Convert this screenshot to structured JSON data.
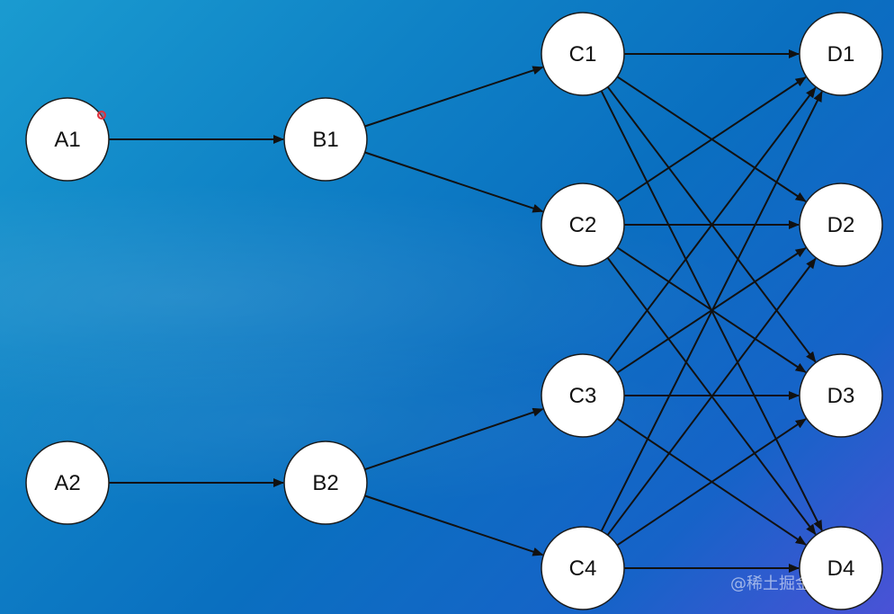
{
  "diagram": {
    "nodes": [
      {
        "id": "A1",
        "label": "A1"
      },
      {
        "id": "A2",
        "label": "A2"
      },
      {
        "id": "B1",
        "label": "B1"
      },
      {
        "id": "B2",
        "label": "B2"
      },
      {
        "id": "C1",
        "label": "C1"
      },
      {
        "id": "C2",
        "label": "C2"
      },
      {
        "id": "C3",
        "label": "C3"
      },
      {
        "id": "C4",
        "label": "C4"
      },
      {
        "id": "D1",
        "label": "D1"
      },
      {
        "id": "D2",
        "label": "D2"
      },
      {
        "id": "D3",
        "label": "D3"
      },
      {
        "id": "D4",
        "label": "D4"
      }
    ],
    "edges": [
      [
        "A1",
        "B1"
      ],
      [
        "A2",
        "B2"
      ],
      [
        "B1",
        "C1"
      ],
      [
        "B1",
        "C2"
      ],
      [
        "B2",
        "C3"
      ],
      [
        "B2",
        "C4"
      ],
      [
        "C1",
        "D1"
      ],
      [
        "C1",
        "D2"
      ],
      [
        "C1",
        "D3"
      ],
      [
        "C1",
        "D4"
      ],
      [
        "C2",
        "D1"
      ],
      [
        "C2",
        "D2"
      ],
      [
        "C2",
        "D3"
      ],
      [
        "C2",
        "D4"
      ],
      [
        "C3",
        "D1"
      ],
      [
        "C3",
        "D2"
      ],
      [
        "C3",
        "D3"
      ],
      [
        "C3",
        "D4"
      ],
      [
        "C4",
        "D1"
      ],
      [
        "C4",
        "D2"
      ],
      [
        "C4",
        "D3"
      ],
      [
        "C4",
        "D4"
      ]
    ]
  },
  "watermark": "@稀土掘金技术社区",
  "colors": {
    "node_fill": "#ffffff",
    "node_stroke": "#1b1b1b",
    "edge": "#111111",
    "background_start": "#1a9bd0",
    "background_end": "#4a52d6",
    "cursor_marker": "#e0303c"
  }
}
